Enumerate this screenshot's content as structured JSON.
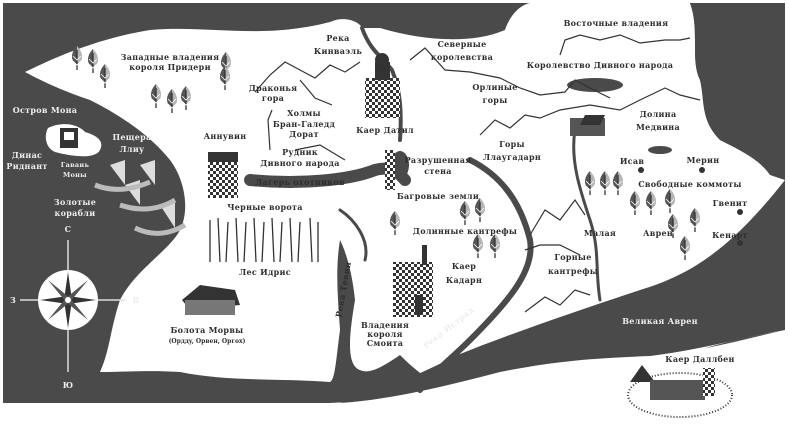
{
  "colors": {
    "sea": "#4a4a4a",
    "land": "#ffffff",
    "ink": "#2e2e2e",
    "tree_shadow": "#b5b5b5"
  },
  "compass": {
    "north": "С",
    "south": "Ю",
    "west": "З",
    "east": "В"
  },
  "labels": {
    "western_domains": [
      "Западные владения",
      "короля Придери"
    ],
    "river_kynvael": [
      "Река",
      "Кинваэль"
    ],
    "northern_kingdoms": [
      "Северные",
      "королевства"
    ],
    "eastern_domains": "Восточные владения",
    "fair_folk_kingdom": "Королевство Дивного народа",
    "dragon_mountain": [
      "Драконья",
      "гора"
    ],
    "hills": [
      "Холмы",
      "Бран-Галедд",
      "Дорат"
    ],
    "eagle_mountains": [
      "Орлиные",
      "горы"
    ],
    "annuvin": "Аннувин",
    "fair_folk_mine": [
      "Рудник",
      "Дивного народа"
    ],
    "hunters_camp": "Лагерь охотников",
    "caer_datyl": "Каер Датил",
    "ruined_wall": [
      "Разрушенная",
      "стена"
    ],
    "llawgadarn": [
      "Горы",
      "Ллаугадарн"
    ],
    "medwyn_valley": [
      "Долина",
      "Медвина"
    ],
    "isav": "Исав",
    "merin": "Мерин",
    "free_commots": "Свободные коммоты",
    "gwenit": "Гвенит",
    "kenart": "Кенарт",
    "little_avren": [
      "Малая",
      "Аврен"
    ],
    "red_fallows": "Багровые земли",
    "valley_cantrevs": "Долинные кантрефы",
    "caer_cadarn": [
      "Каер",
      "Кадарн"
    ],
    "hill_cantrevs": [
      "Горные",
      "кантрефы"
    ],
    "river_ystrad": "Река Истрад",
    "smoit_domains": [
      "Владения",
      "короля",
      "Смоита"
    ],
    "river_tevyn": "Река Тевин",
    "great_avren": "Великая Аврен",
    "caer_dallben": "Каер Даллбен",
    "isle_mona": "Остров Мона",
    "cave": [
      "Пещера",
      "Ллиу"
    ],
    "dinas_rhydnant": [
      "Динас",
      "Риднант"
    ],
    "mona_haven": [
      "Гавань",
      "Моны"
    ],
    "golden_ships": [
      "Золотые",
      "корабли"
    ],
    "black_gate": "Черные ворота",
    "idris_forest": "Лес Идрис",
    "morva_marshes": "Болота Морвы",
    "enchantresses": "(Орддy, Орвен, Оргох)"
  }
}
